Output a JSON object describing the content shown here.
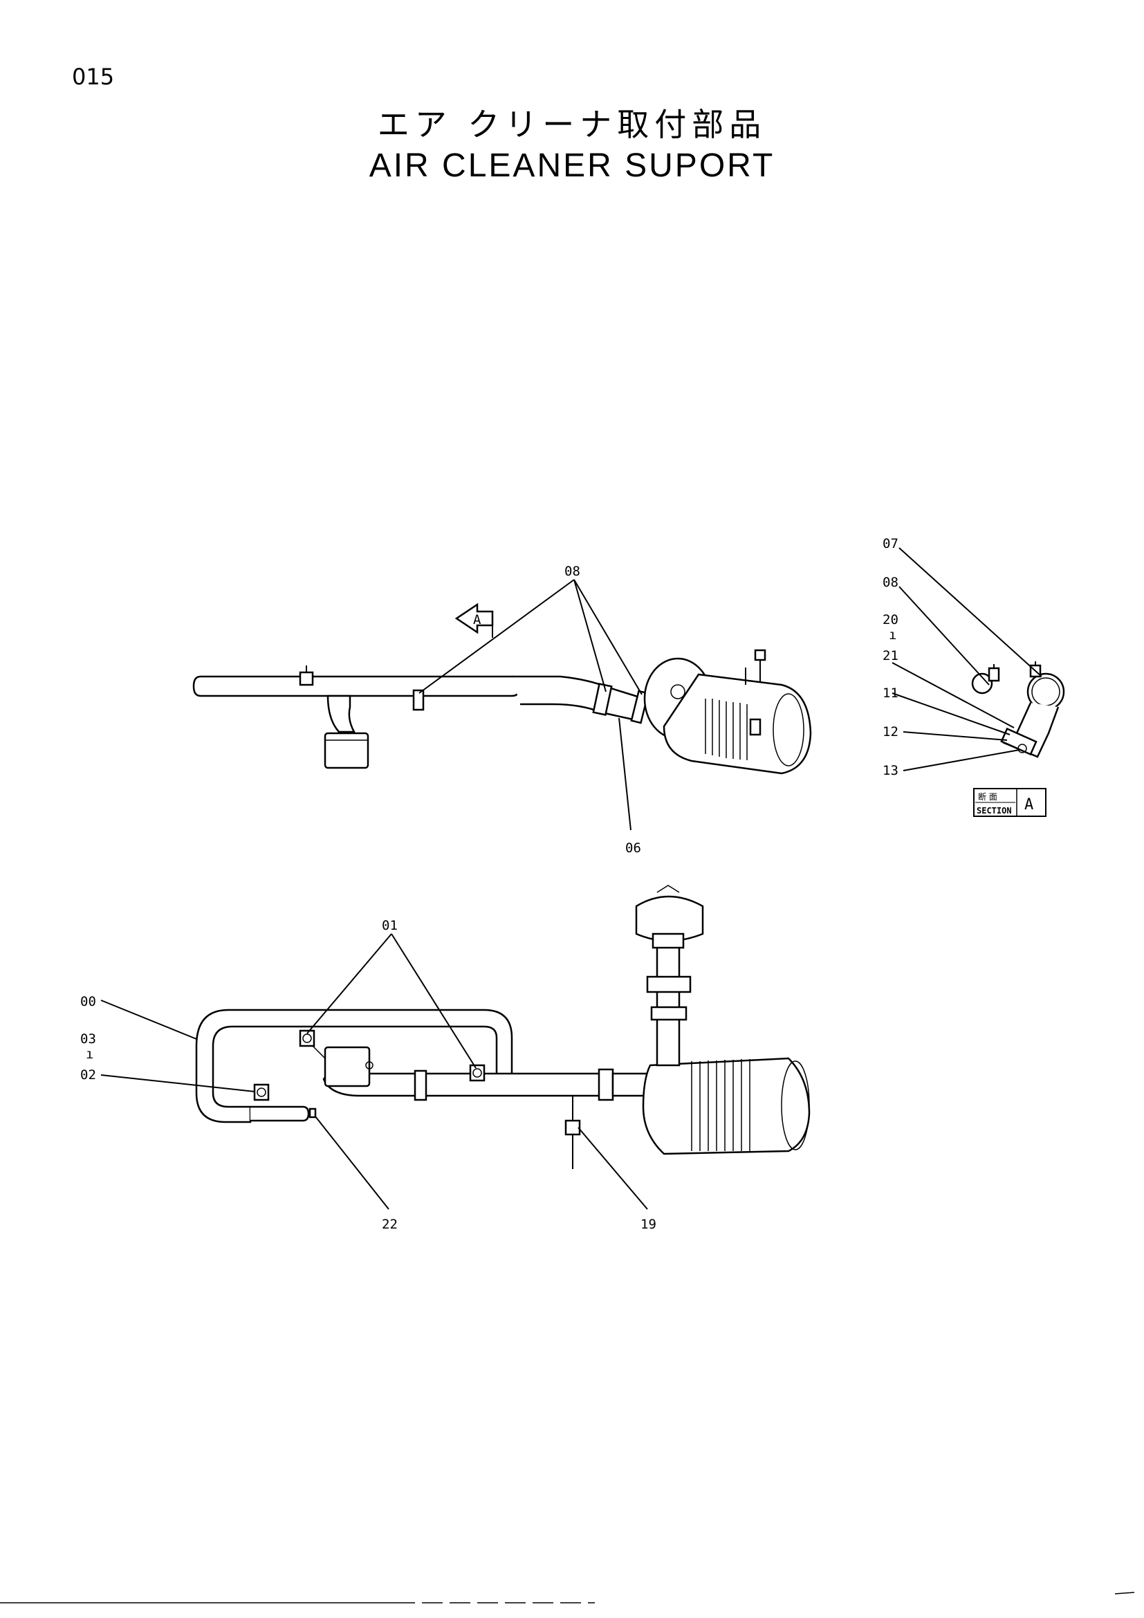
{
  "page": {
    "number": "015"
  },
  "title": {
    "japanese": "エア クリーナ取付部品",
    "english": "AIR CLEANER SUPORT"
  },
  "section_box": {
    "jp": "断 面",
    "en": "SECTION",
    "letter": "A"
  },
  "view_marker": {
    "letter": "A"
  },
  "callouts": {
    "top_view": [
      "08",
      "06"
    ],
    "section_view": [
      "07",
      "08",
      "20",
      "21",
      "11",
      "12",
      "13"
    ],
    "section_dash": "ı",
    "bottom_view": [
      "01",
      "00",
      "03",
      "02",
      "22",
      "19"
    ],
    "bottom_dash": "ı"
  }
}
